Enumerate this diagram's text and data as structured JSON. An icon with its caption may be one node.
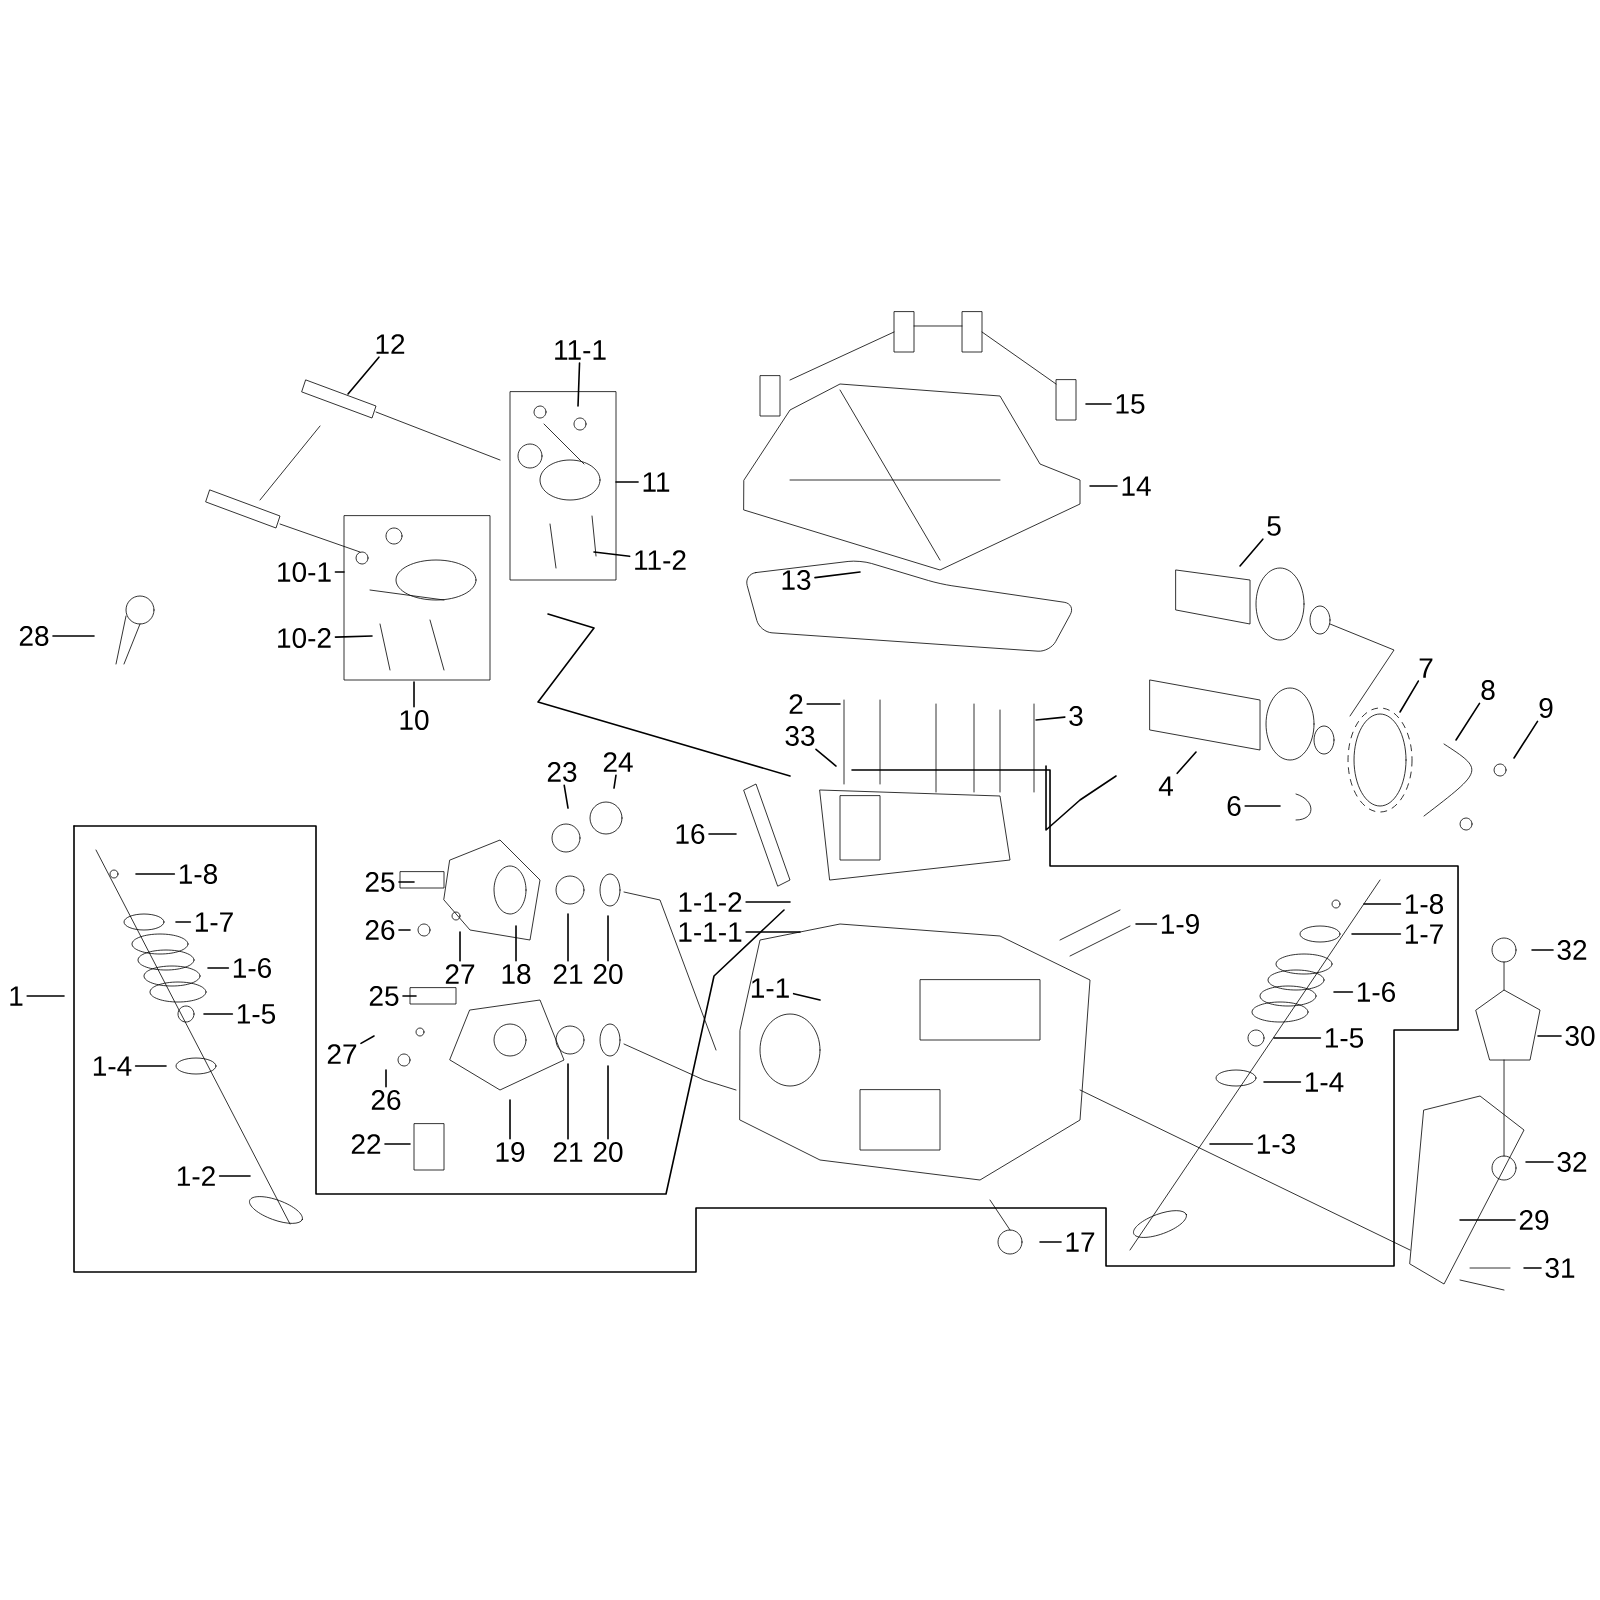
{
  "diagram": {
    "nodes": [
      {
        "text": [
          "12"
        ]
      },
      {
        "text": [
          "11-1"
        ]
      },
      {
        "text": [
          "15"
        ]
      },
      {
        "text": [
          "11"
        ]
      },
      {
        "text": [
          "14"
        ]
      },
      {
        "text": [
          "5"
        ]
      },
      {
        "text": [
          "11-2"
        ]
      },
      {
        "text": [
          "10-1"
        ]
      },
      {
        "text": [
          "13"
        ]
      },
      {
        "text": [
          "28"
        ]
      },
      {
        "text": [
          "10-2"
        ]
      },
      {
        "text": [
          "7"
        ]
      },
      {
        "text": [
          "8"
        ]
      },
      {
        "text": [
          "2"
        ]
      },
      {
        "text": [
          "9"
        ]
      },
      {
        "text": [
          "3"
        ]
      },
      {
        "text": [
          "10"
        ]
      },
      {
        "text": [
          "33"
        ]
      },
      {
        "text": [
          "24"
        ]
      },
      {
        "text": [
          "23"
        ]
      },
      {
        "text": [
          "4"
        ]
      },
      {
        "text": [
          "6"
        ]
      },
      {
        "text": [
          "16"
        ]
      },
      {
        "text": [
          "25"
        ]
      },
      {
        "text": [
          "1-8"
        ]
      },
      {
        "text": [
          "1-1-2"
        ]
      },
      {
        "text": [
          "1-7"
        ]
      },
      {
        "text": [
          "1-8"
        ]
      },
      {
        "text": [
          "1-9"
        ]
      },
      {
        "text": [
          "26"
        ]
      },
      {
        "text": [
          "1-1-1"
        ]
      },
      {
        "text": [
          "1-7"
        ]
      },
      {
        "text": [
          "32"
        ]
      },
      {
        "text": [
          "1-6"
        ]
      },
      {
        "text": [
          "27"
        ]
      },
      {
        "text": [
          "18"
        ]
      },
      {
        "text": [
          "21"
        ]
      },
      {
        "text": [
          "20"
        ]
      },
      {
        "text": [
          "1-1"
        ]
      },
      {
        "text": [
          "1-6"
        ]
      },
      {
        "text": [
          "1"
        ]
      },
      {
        "text": [
          "25"
        ]
      },
      {
        "text": [
          "1-5"
        ]
      },
      {
        "text": [
          "1-5"
        ]
      },
      {
        "text": [
          "30"
        ]
      },
      {
        "text": [
          "27"
        ]
      },
      {
        "text": [
          "1-4"
        ]
      },
      {
        "text": [
          "1-4"
        ]
      },
      {
        "text": [
          "26"
        ]
      },
      {
        "text": [
          "1-3"
        ]
      },
      {
        "text": [
          "22"
        ]
      },
      {
        "text": [
          "19"
        ]
      },
      {
        "text": [
          "21"
        ]
      },
      {
        "text": [
          "20"
        ]
      },
      {
        "text": [
          "1-2"
        ]
      },
      {
        "text": [
          "32"
        ]
      },
      {
        "text": [
          "29"
        ]
      },
      {
        "text": [
          "17"
        ]
      },
      {
        "text": [
          "31"
        ]
      }
    ],
    "edges": [
      {
        "from": 0,
        "to": null,
        "arrow": "none"
      },
      {
        "from": 1,
        "to": null,
        "arrow": "none"
      },
      {
        "from": 2,
        "to": null,
        "arrow": "none"
      },
      {
        "from": 3,
        "to": null,
        "arrow": "none"
      },
      {
        "from": 4,
        "to": null,
        "arrow": "none"
      },
      {
        "from": 5,
        "to": null,
        "arrow": "none"
      },
      {
        "from": 6,
        "to": null,
        "arrow": "none"
      },
      {
        "from": 7,
        "to": null,
        "arrow": "none"
      },
      {
        "from": 8,
        "to": null,
        "arrow": "none"
      },
      {
        "from": 9,
        "to": null,
        "arrow": "none"
      },
      {
        "from": 10,
        "to": null,
        "arrow": "none"
      },
      {
        "from": 11,
        "to": null,
        "arrow": "none"
      },
      {
        "from": 12,
        "to": null,
        "arrow": "none"
      },
      {
        "from": 13,
        "to": null,
        "arrow": "none"
      },
      {
        "from": 14,
        "to": null,
        "arrow": "none"
      },
      {
        "from": 15,
        "to": null,
        "arrow": "none"
      },
      {
        "from": 16,
        "to": null,
        "arrow": "none"
      },
      {
        "from": 17,
        "to": null,
        "arrow": "none"
      },
      {
        "from": 18,
        "to": null,
        "arrow": "none"
      },
      {
        "from": 19,
        "to": null,
        "arrow": "none"
      },
      {
        "from": 20,
        "to": null,
        "arrow": "none"
      },
      {
        "from": 21,
        "to": null,
        "arrow": "none"
      },
      {
        "from": 22,
        "to": null,
        "arrow": "none"
      },
      {
        "from": 23,
        "to": null,
        "arrow": "none"
      },
      {
        "from": 24,
        "to": null,
        "arrow": "none"
      },
      {
        "from": 25,
        "to": null,
        "arrow": "none"
      },
      {
        "from": 26,
        "to": null,
        "arrow": "none"
      },
      {
        "from": 27,
        "to": null,
        "arrow": "none"
      },
      {
        "from": 28,
        "to": null,
        "arrow": "none"
      },
      {
        "from": 29,
        "to": null,
        "arrow": "none"
      },
      {
        "from": 30,
        "to": null,
        "arrow": "none"
      },
      {
        "from": 31,
        "to": null,
        "arrow": "none"
      },
      {
        "from": 32,
        "to": null,
        "arrow": "none"
      },
      {
        "from": 33,
        "to": null,
        "arrow": "none"
      },
      {
        "from": 34,
        "to": null,
        "arrow": "none"
      },
      {
        "from": 35,
        "to": null,
        "arrow": "none"
      },
      {
        "from": 36,
        "to": null,
        "arrow": "none"
      },
      {
        "from": 37,
        "to": null,
        "arrow": "none"
      },
      {
        "from": 38,
        "to": null,
        "arrow": "none"
      },
      {
        "from": 39,
        "to": null,
        "arrow": "none"
      },
      {
        "from": 40,
        "to": null,
        "arrow": "none"
      },
      {
        "from": 41,
        "to": null,
        "arrow": "none"
      },
      {
        "from": 42,
        "to": null,
        "arrow": "none"
      },
      {
        "from": 43,
        "to": null,
        "arrow": "none"
      },
      {
        "from": 44,
        "to": null,
        "arrow": "none"
      },
      {
        "from": 45,
        "to": null,
        "arrow": "none"
      },
      {
        "from": 46,
        "to": null,
        "arrow": "none"
      },
      {
        "from": 47,
        "to": null,
        "arrow": "none"
      },
      {
        "from": 48,
        "to": null,
        "arrow": "none"
      },
      {
        "from": 49,
        "to": null,
        "arrow": "none"
      },
      {
        "from": 50,
        "to": null,
        "arrow": "none"
      },
      {
        "from": 51,
        "to": null,
        "arrow": "none"
      },
      {
        "from": 52,
        "to": null,
        "arrow": "none"
      },
      {
        "from": 53,
        "to": null,
        "arrow": "none"
      },
      {
        "from": 54,
        "to": null,
        "arrow": "none"
      },
      {
        "from": 55,
        "to": null,
        "arrow": "none"
      },
      {
        "from": 56,
        "to": null,
        "arrow": "none"
      },
      {
        "from": 57,
        "to": null,
        "arrow": "none"
      },
      {
        "from": 58,
        "to": null,
        "arrow": "none"
      }
    ]
  }
}
